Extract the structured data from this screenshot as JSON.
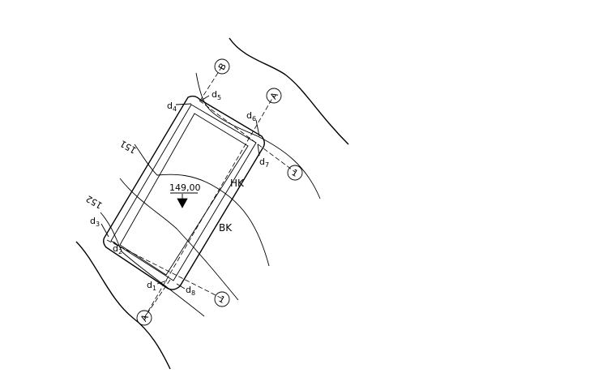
{
  "drawing": {
    "elevation_label": "149,00",
    "edge_labels": {
      "inner": "HK",
      "outer": "BK"
    },
    "contour_labels": {
      "upper": "151",
      "lower": "152"
    },
    "axis_markers": [
      {
        "id": "marker-A-top",
        "text": "A"
      },
      {
        "id": "marker-A-bottom",
        "text": "A"
      },
      {
        "id": "marker-B-top",
        "text": "B"
      },
      {
        "id": "marker-1-left",
        "text": "1"
      },
      {
        "id": "marker-1-right",
        "text": "1"
      }
    ],
    "distance_labels": {
      "d1": {
        "base": "d",
        "sub": "1"
      },
      "d2": {
        "base": "d",
        "sub": "2"
      },
      "d3": {
        "base": "d",
        "sub": "3"
      },
      "d4": {
        "base": "d",
        "sub": "4"
      },
      "d5": {
        "base": "d",
        "sub": "5"
      },
      "d6": {
        "base": "d",
        "sub": "6"
      },
      "d7": {
        "base": "d",
        "sub": "7"
      },
      "d8": {
        "base": "d",
        "sub": "8"
      }
    }
  }
}
